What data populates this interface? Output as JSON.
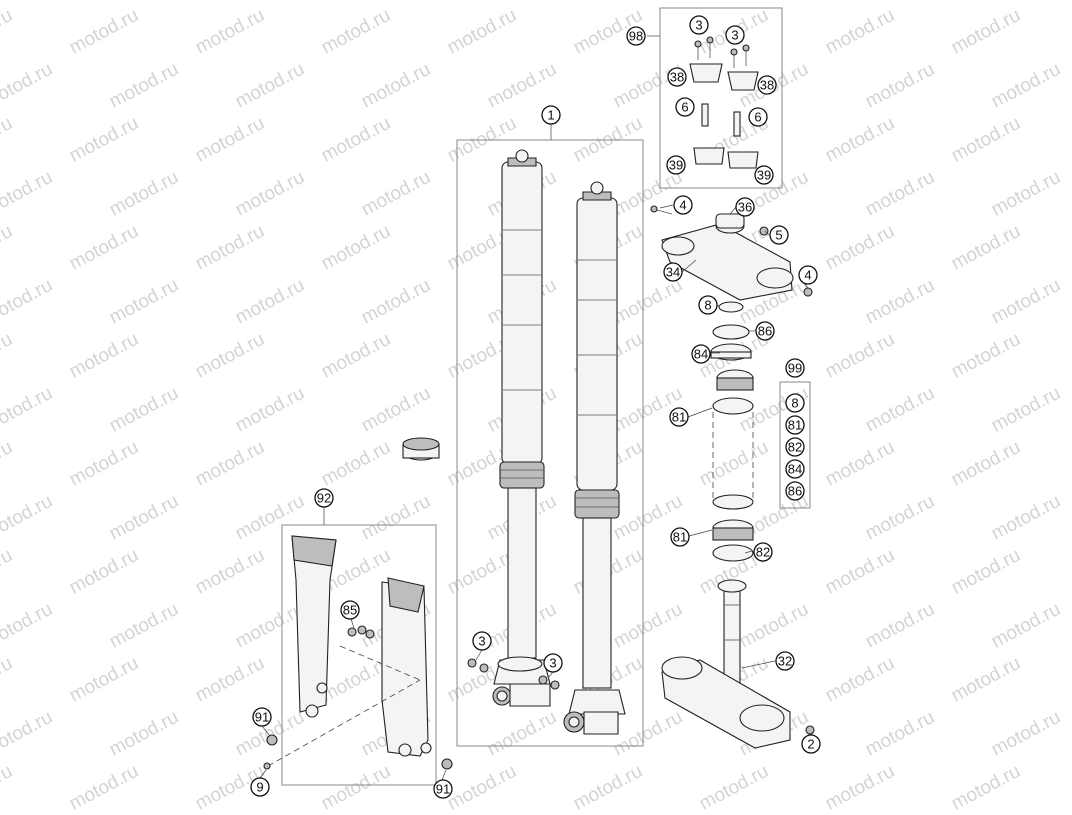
{
  "watermark": "motod.ru",
  "callouts": {
    "c1": "1",
    "c2": "2",
    "c3a": "3",
    "c3b": "3",
    "c3c": "3",
    "c3d": "3",
    "c4a": "4",
    "c4b": "4",
    "c5": "5",
    "c6a": "6",
    "c6b": "6",
    "c8a": "8",
    "c8b": "8",
    "c9": "9",
    "c32": "32",
    "c34": "34",
    "c36": "36",
    "c38a": "38",
    "c38b": "38",
    "c39a": "39",
    "c39b": "39",
    "c81a": "81",
    "c81b": "81",
    "c81c": "81",
    "c82a": "82",
    "c82b": "82",
    "c84a": "84",
    "c84b": "84",
    "c85": "85",
    "c86a": "86",
    "c86b": "86",
    "c91a": "91",
    "c91b": "91",
    "c92": "92",
    "c98": "98",
    "c99": "99"
  }
}
